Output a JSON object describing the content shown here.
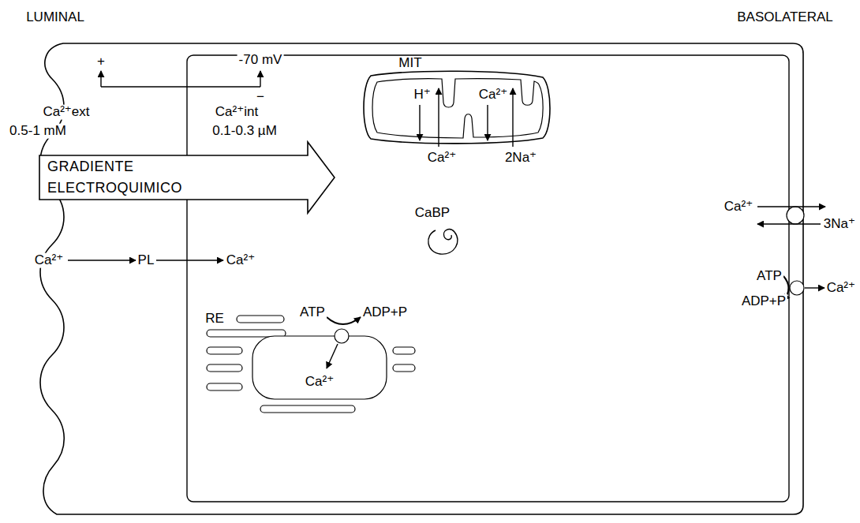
{
  "diagram": {
    "nodes": [
      {
        "text": [
          "MIT",
          "H⁺",
          "Ca²⁺"
        ]
      },
      {
        "text": [
          "GRADIENTE ELECTROQUIMICO"
        ]
      },
      {
        "text": [
          "CaBP"
        ]
      },
      {
        "text": [
          "RE",
          "Ca²⁺"
        ]
      }
    ],
    "labels": [
      "LUMINAL",
      "BASOLATERAL",
      "+",
      "-70 mV",
      "−",
      "Ca²⁺ext",
      "0.5-1 mM",
      "Ca²⁺int",
      "0.1-0.3 µM",
      "Ca²⁺",
      "2Na⁺",
      "Ca²⁺",
      "PL",
      "Ca²⁺",
      "ATP",
      "ADP+P",
      "Ca²⁺",
      "3Na⁺",
      "ATP",
      "ADP+P",
      "Ca²⁺"
    ]
  }
}
